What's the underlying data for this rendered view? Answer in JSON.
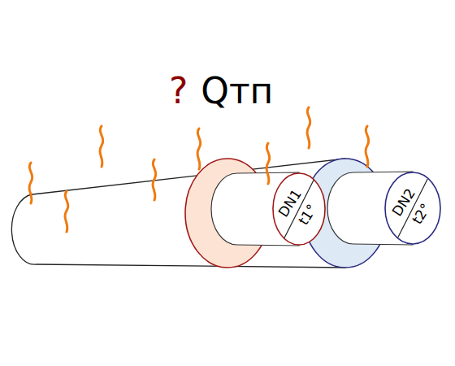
{
  "diagram": {
    "title": "Qтп",
    "nodes": [
      {
        "text": [
          "DN1",
          "t1°"
        ]
      },
      {
        "text": [
          "DN2",
          "t2°"
        ]
      }
    ],
    "labels": [
      "?"
    ]
  }
}
